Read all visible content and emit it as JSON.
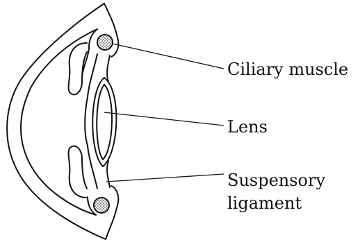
{
  "labels": {
    "ciliary_muscle": "Ciliary muscle",
    "lens": "Lens",
    "suspensory_line1": "Suspensory",
    "suspensory_line2": "ligament"
  },
  "colors": {
    "stroke": "#111111",
    "background": "#ffffff"
  }
}
